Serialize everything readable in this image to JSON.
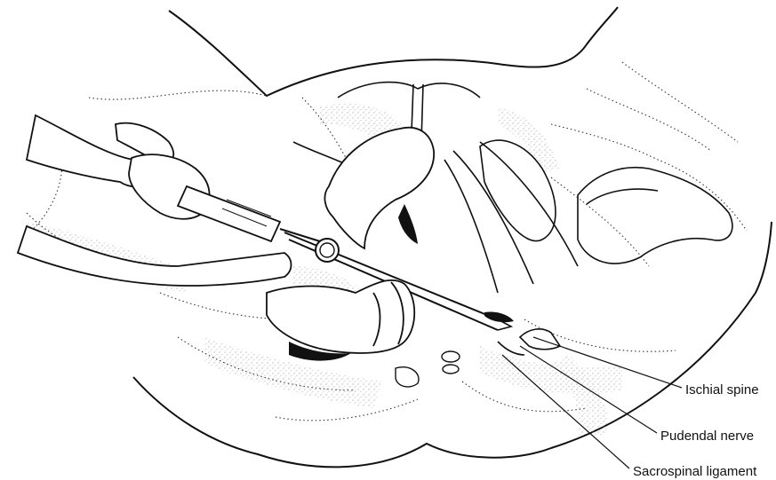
{
  "labels": {
    "ischial_spine": "Ischial spine",
    "pudendal_nerve": "Pudendal nerve",
    "sacrospinal_ligament": "Sacrospinal ligament"
  },
  "colors": {
    "line": "#111111",
    "shade": "#9a9a9a",
    "background": "#ffffff"
  }
}
